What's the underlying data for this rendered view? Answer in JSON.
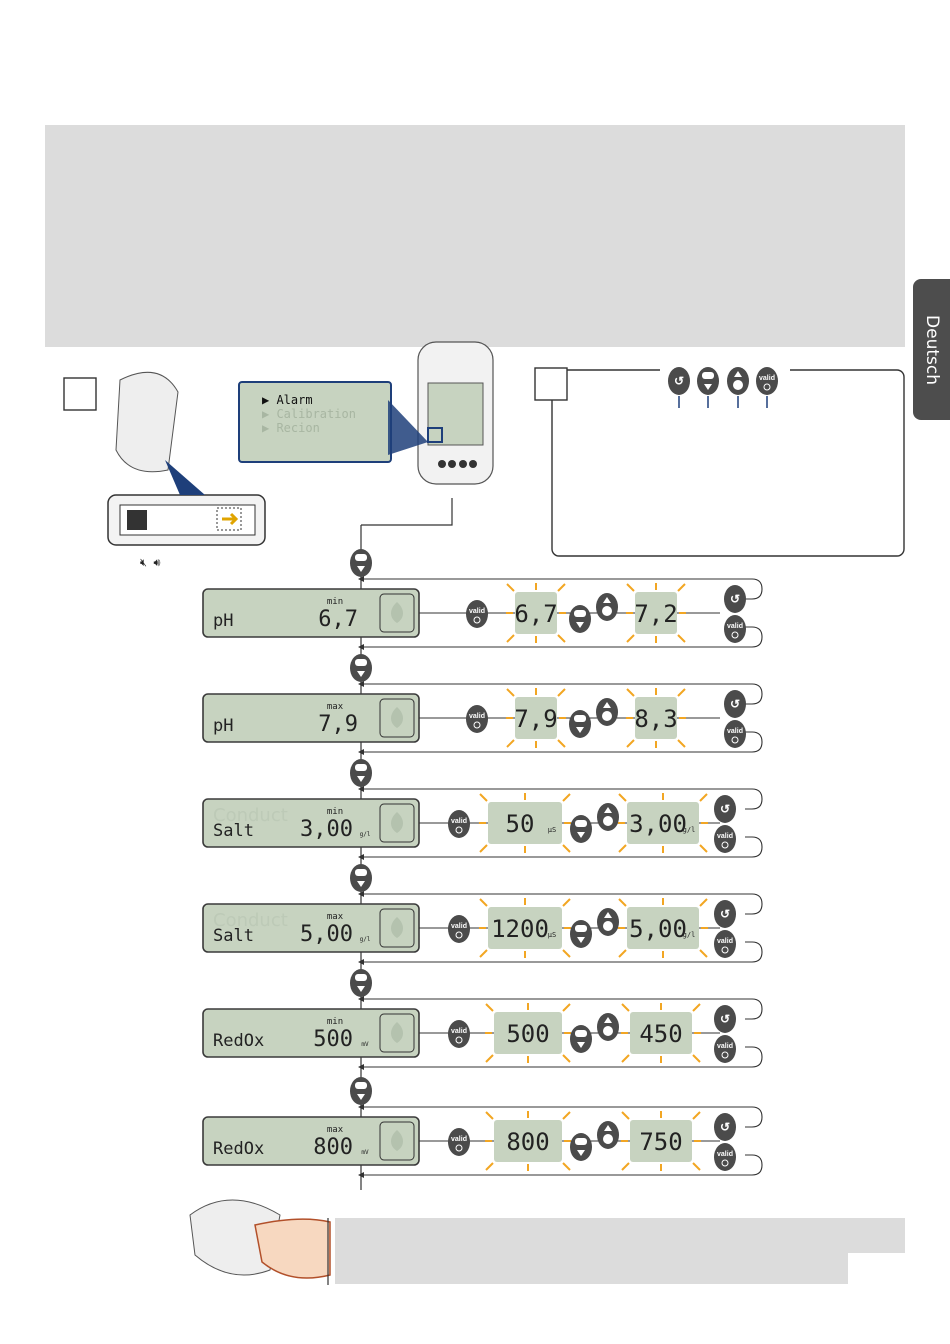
{
  "sidebar_tab": {
    "label": "Deutsch"
  },
  "menu": {
    "items": [
      {
        "label": "Alarm",
        "active": true
      },
      {
        "label": "Calibration",
        "active": false
      },
      {
        "label": "Recion",
        "active": false
      }
    ]
  },
  "button_labels": {
    "valid": "valid",
    "minus": "−",
    "plus": "+",
    "back": "↺"
  },
  "rows": [
    {
      "name": "pH",
      "bound": "min",
      "value": "6,7",
      "unit": "",
      "ghost": "",
      "blink1": "6,7",
      "blink1_unit": "",
      "blink2": "7,2",
      "blink2_unit": ""
    },
    {
      "name": "pH",
      "bound": "max",
      "value": "7,9",
      "unit": "",
      "ghost": "",
      "blink1": "7,9",
      "blink1_unit": "",
      "blink2": "8,3",
      "blink2_unit": ""
    },
    {
      "name": "Salt",
      "bound": "min",
      "value": "3,00",
      "unit": "g/l",
      "ghost": "Conduct",
      "blink1": "50",
      "blink1_unit": "µS",
      "blink2": "3,00",
      "blink2_unit": "g/l"
    },
    {
      "name": "Salt",
      "bound": "max",
      "value": "5,00",
      "unit": "g/l",
      "ghost": "Conduct",
      "blink1": "1200",
      "blink1_unit": "µS",
      "blink2": "5,00",
      "blink2_unit": "g/l"
    },
    {
      "name": "RedOx",
      "bound": "min",
      "value": "500",
      "unit": "mV",
      "ghost": "",
      "blink1": "500",
      "blink1_unit": "",
      "blink2": "450",
      "blink2_unit": ""
    },
    {
      "name": "RedOx",
      "bound": "max",
      "value": "800",
      "unit": "mV",
      "ghost": "",
      "blink1": "800",
      "blink1_unit": "",
      "blink2": "750",
      "blink2_unit": ""
    }
  ],
  "colors": {
    "lcd": "#c7d3c0",
    "button": "#4b4b4b",
    "blink": "#f2a623",
    "accent": "#1e3f7a",
    "panel": "#dcdcdc",
    "tab": "#4d4d4d"
  }
}
